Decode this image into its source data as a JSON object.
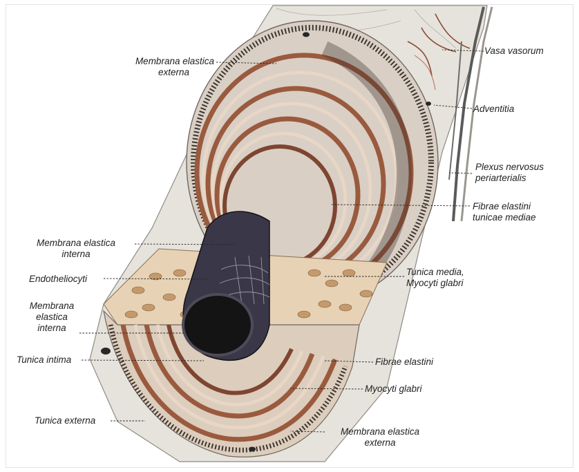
{
  "labels": {
    "membrana_elastica_externa_top": {
      "line1": "Membrana elastica",
      "line2": "externa"
    },
    "vasa_vasorum": "Vasa vasorum",
    "adventitia": "Adventitia",
    "plexus_nervosus": {
      "line1": "Plexus nervosus",
      "line2": "periarterialis"
    },
    "fibrae_elastini_tunicae_mediae": {
      "line1": "Fibrae elastini",
      "line2": "tunicae mediae"
    },
    "membrana_elastica_interna_upper": {
      "line1": "Membrana elastica",
      "line2": "interna"
    },
    "endotheliocyti": "Endotheliocyti",
    "tunica_media": {
      "line1": "Tunica media,",
      "line2": "Myocyti glabri"
    },
    "membrana_elastica_interna_lower": {
      "line1": "Membrana",
      "line2": "elastica",
      "line3": "interna"
    },
    "tunica_intima": "Tunica intima",
    "fibrae_elastini": "Fibrae elastini",
    "myocyti_glabri": "Myocyti glabri",
    "tunica_externa": "Tunica externa",
    "membrana_elastica_externa_bottom": {
      "line1": "Membrana elastica",
      "line2": "externa"
    }
  },
  "colors": {
    "adventitia": "#e6e3dc",
    "elastic_band": "#9a5a3e",
    "elastic_band_light": "#e8d6c6",
    "muscle_cells": "#c49a6c",
    "lumen": "#141414",
    "intima_wall": "#2e2c3a",
    "leader_line": "#222222"
  }
}
